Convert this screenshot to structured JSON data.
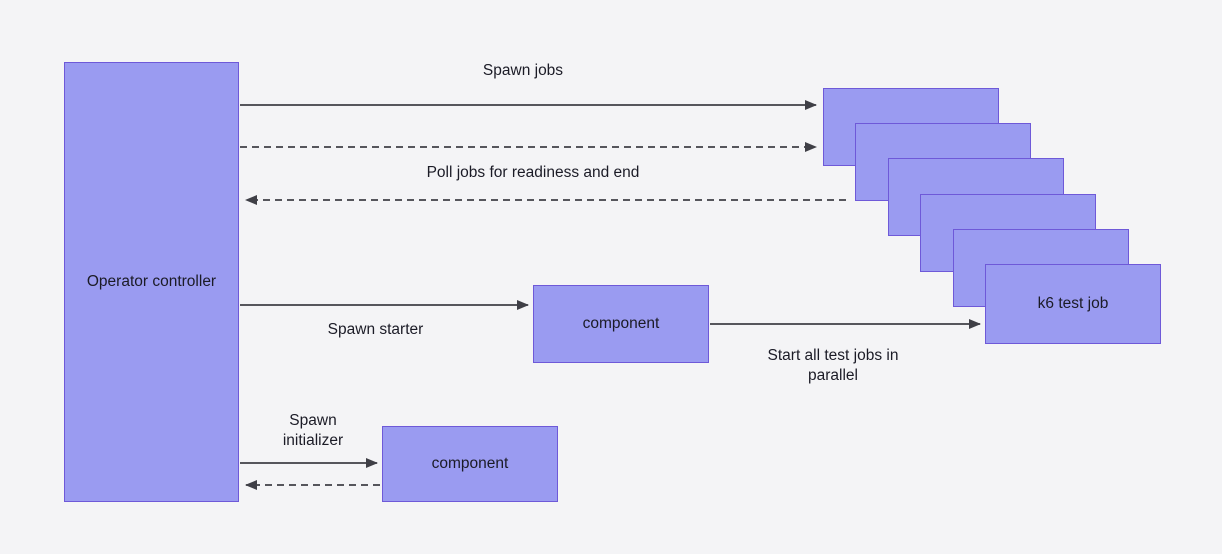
{
  "diagram": {
    "colors": {
      "background": "#f4f4f6",
      "node_fill": "#9a9bf1",
      "node_border": "#6e59d8",
      "arrow": "#3f3f46",
      "text": "#1b1b26"
    },
    "nodes": {
      "operator": {
        "label": "Operator controller"
      },
      "starter_component": {
        "label": "component"
      },
      "initializer_component": {
        "label": "component"
      },
      "k6_job": {
        "label": "k6 test job"
      },
      "job_stack_count": 6
    },
    "edges": {
      "spawn_jobs": {
        "label": "Spawn jobs",
        "style": "solid"
      },
      "spawn_jobs_poll_out": {
        "label": "",
        "style": "dashed"
      },
      "poll_jobs": {
        "label": "Poll jobs for readiness and end",
        "style": "dashed"
      },
      "spawn_starter": {
        "label": "Spawn starter",
        "style": "solid"
      },
      "start_all": {
        "label": "Start all test jobs in parallel",
        "style": "solid"
      },
      "spawn_initializer": {
        "label": "Spawn initializer",
        "style": "solid"
      },
      "initializer_return": {
        "label": "",
        "style": "dashed"
      }
    }
  }
}
